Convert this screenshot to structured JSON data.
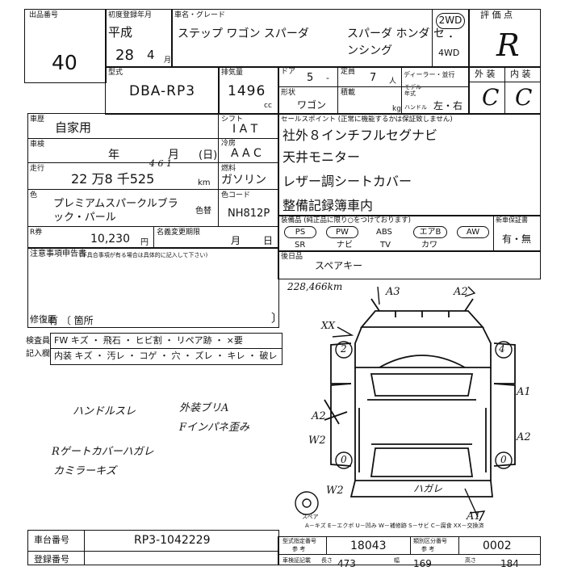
{
  "header": {
    "lot_label": "出品番号",
    "lot_value": "40",
    "first_reg_label": "初度登録年月",
    "era": "平成",
    "year": "28",
    "month": "4",
    "month_unit": "月",
    "model_label": "車名・グレード",
    "model_name": "ステップ ワゴン スパーダ",
    "grade_line1": "スパーダ ホンダ セ",
    "grade_line2": "ンシング",
    "drive_2wd": "2WD",
    "drive_dot": "・",
    "drive_4wd": "4WD",
    "grade_eval_label": "評 価 点",
    "grade_eval_value": "R"
  },
  "specs": {
    "type_label": "型式",
    "type_value": "DBA-RP3",
    "disp_label": "排気量",
    "disp_value": "1496",
    "disp_unit": "cc",
    "door_label": "ドア",
    "door_value": "5",
    "dash": "-",
    "cap_label": "定員",
    "cap_value": "7",
    "cap_unit": "人",
    "dealer_label": "ディーラー・並行",
    "shape_label": "形状",
    "shape_value": "ワゴン",
    "load_label": "積載",
    "load_unit": "kg",
    "model_year_label1": "モデル",
    "model_year_label2": "年式",
    "handle_label": "ハンドル",
    "handle_value": "左・右",
    "ext_label": "外 装",
    "int_label": "内 装",
    "ext_value": "C",
    "int_value": "C"
  },
  "details": {
    "history_label": "車歴",
    "history_value": "自家用",
    "shift_label": "シフト",
    "shift_value": "I A T",
    "ac_label": "冷房",
    "ac_value": "A A C",
    "inspection_label": "車検",
    "insp_year": "年",
    "insp_month": "月",
    "insp_day": "(日)",
    "mileage_label": "走行",
    "mileage_value": "22 万8 千525",
    "mileage_note": "4 6 1",
    "mileage_unit": "km",
    "fuel_label": "燃料",
    "fuel_value": "ガソリン",
    "color_label": "色",
    "color_value_1": "プレミアムスパークルブラ",
    "color_value_2": "ック・パール",
    "color_change_label": "色替",
    "color_code_label": "色コード",
    "color_code_value": "NH812P",
    "recycle_label": "R券",
    "recycle_value": "10,230",
    "yen": "円",
    "warranty_label": "名義変更期限",
    "w_month": "月",
    "w_day": "日"
  },
  "sales": {
    "label": "セールスポイント (正常に機能するかは保証致しません)",
    "points": [
      "社外８インチフルセグナビ",
      "天井モニター",
      "レザー調シートカバー",
      "整備記録簿車内"
    ]
  },
  "equipment": {
    "label": "装備品 (純正品に限り○をつけております)",
    "new_car_label": "新車保証書",
    "items_top": [
      "PS",
      "PW",
      "ABS",
      "エアB",
      "AW"
    ],
    "items_bottom": [
      "SR",
      "ナビ",
      "TV",
      "カワ"
    ],
    "warranty_value": "有・無"
  },
  "aftermarket": {
    "label": "後日品",
    "value": "スペアキー"
  },
  "notes": {
    "label": "注意事項申告書",
    "sublabel": "(不具合事項が有る場合は具体的に記入して下さい)",
    "repair_label": "修復歴",
    "repair_value": "有 〔 箇所",
    "repair_close": "〕"
  },
  "checks": {
    "label1": "検査員",
    "label2": "記入欄",
    "row1": "FW キズ ・ 飛石 ・ ヒビ割 ・ リペア跡 ・ ×要",
    "row2": "内装 キズ ・ 汚レ ・ コゲ ・ 穴 ・ ズレ ・ キレ ・ 破レ"
  },
  "handwritten": {
    "note1": "ハンドルスレ",
    "note2": "外装ブリA",
    "note3": "Fインパネ歪み",
    "note4": "Rゲートカバーハガレ",
    "note5": "カミラーキズ",
    "diagram_mileage": "228,466km",
    "marks": {
      "a3": "A3",
      "a2_top": "A2",
      "xx": "XX",
      "a1": "A1",
      "a2_left": "A2",
      "w2_left": "W2",
      "a2_right": "A2",
      "w2_bottom": "W2",
      "hagare": "ハガレ",
      "a1_bottom": "A1",
      "c2": "2",
      "c4": "4",
      "c0l": "0",
      "c0r": "0"
    },
    "spare": "スペア"
  },
  "legend": "A－キズ  E－エクボ  U－凹み  W－補修跡  S－サビ  C－腐食  XX－交換済",
  "footer": {
    "chassis_label": "車台番号",
    "chassis_value": "RP3-1042229",
    "reg_label": "登録番号",
    "price_label": "型式指定番号",
    "price_sub": "参 考",
    "price_value": "18043",
    "class_label": "類別区分番号",
    "class_sub": "参 考",
    "class_value": "0002",
    "dim_label": "車検証記載",
    "len_label": "長さ",
    "len_value": "473",
    "width_label": "幅",
    "width_value": "169",
    "height_label": "高さ",
    "height_value": "184"
  }
}
